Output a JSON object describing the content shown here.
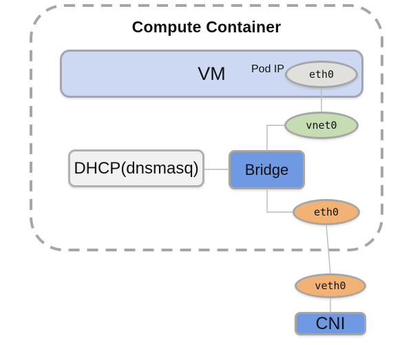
{
  "diagram": {
    "title": "Compute Container",
    "nodes": {
      "vm": "VM",
      "pod_ip": "Pod IP",
      "vm_eth0": "eth0",
      "vnet0": "vnet0",
      "dhcp": "DHCP(dnsmasq)",
      "bridge": "Bridge",
      "bridge_eth0": "eth0",
      "veth0": "veth0",
      "cni": "CNI"
    },
    "colors": {
      "vm_fill": "#cdd9f2",
      "vm_border": "#a2a7ae",
      "node_blue": "#7099e4",
      "node_orange": "#f1b274",
      "node_green": "#c6dcb3",
      "node_gray": "#e0e0dd",
      "dhcp_fill": "#f1f1f1",
      "dhcp_border": "#b0b0b0",
      "shape_border": "#a6a6a6",
      "container_border": "#a6a6a6",
      "connector": "#b9b9b9",
      "text": "#111111"
    }
  }
}
